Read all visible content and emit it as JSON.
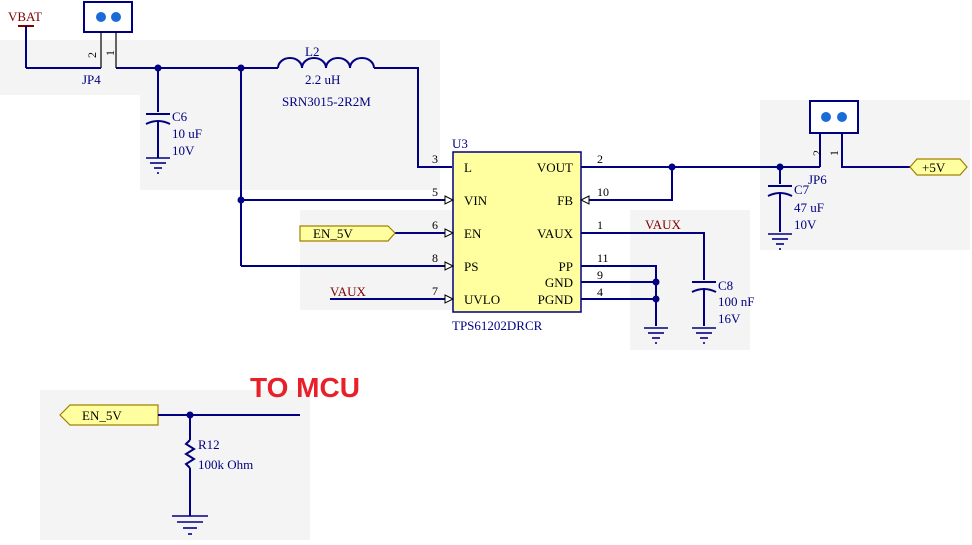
{
  "labels": {
    "vbat": "VBAT",
    "jp4": "JP4",
    "jp4_pin2": "2",
    "jp4_pin1": "1",
    "l2": "L2",
    "l2_value": "2.2 uH",
    "l2_part": "SRN3015-2R2M",
    "c6": "C6",
    "c6_value": "10 uF",
    "c6_voltage": "10V",
    "u3": "U3",
    "u3_part": "TPS61202DRCR",
    "pin_L": "L",
    "pin_VIN": "VIN",
    "pin_EN": "EN",
    "pin_PS": "PS",
    "pin_UVLO": "UVLO",
    "pin_VOUT": "VOUT",
    "pin_FB": "FB",
    "pin_VAUX": "VAUX",
    "pin_PP": "PP",
    "pin_GND": "GND",
    "pin_PGND": "PGND",
    "num_3": "3",
    "num_5": "5",
    "num_6": "6",
    "num_8": "8",
    "num_7": "7",
    "num_2": "2",
    "num_10": "10",
    "num_1": "1",
    "num_11": "11",
    "num_9": "9",
    "num_4": "4",
    "en_5v_port": "EN_5V",
    "vaux_in": "VAUX",
    "vaux_net": "VAUX",
    "c8": "C8",
    "c8_value": "100 nF",
    "c8_voltage": "16V",
    "c7": "C7",
    "c7_value": "47 uF",
    "c7_voltage": "10V",
    "jp6": "JP6",
    "jp6_pin2": "2",
    "jp6_pin1": "1",
    "plus5v": "+5V",
    "to_mcu": "TO MCU",
    "en_5v_bottom": "EN_5V",
    "r12": "R12",
    "r12_value": "100k Ohm"
  },
  "colors": {
    "wire": "#000080",
    "power_label": "#800000",
    "title": "#e8202a",
    "port_fill": "#ffffa0",
    "chip_fill": "#ffffa0",
    "connector_fill": "#ffffff"
  }
}
